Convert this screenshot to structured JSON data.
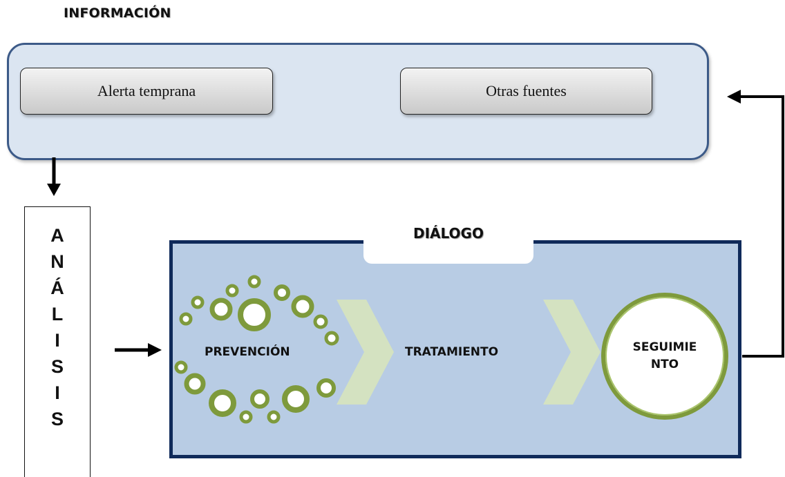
{
  "informacion": {
    "title": "INFORMACIÓN",
    "boxes": [
      "Alerta temprana",
      "Otras fuentes"
    ]
  },
  "analisis": {
    "letters": [
      "A",
      "N",
      "Á",
      "L",
      "I",
      "S",
      "I",
      "S"
    ]
  },
  "dialogo": {
    "title": "DIÁLOGO",
    "stages": [
      "PREVENCIÓN",
      "TRATAMIENTO",
      "SEGUIMIE NTO"
    ]
  },
  "colors": {
    "info_panel_fill": "#dbe5f1",
    "info_panel_border": "#3c5a88",
    "dialogo_fill": "#b8cce4",
    "dialogo_border": "#0f2a5a",
    "green_ring": "#7e9a3c",
    "chevron": "#d7e4bd"
  }
}
